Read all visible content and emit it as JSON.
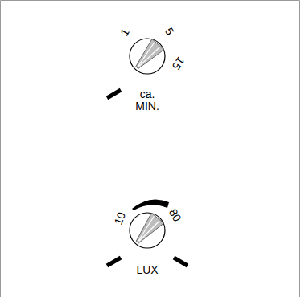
{
  "diagram": {
    "labels": [
      "1",
      "5",
      "15",
      "ca.",
      "MIN.",
      "10",
      "80",
      "LUX"
    ]
  }
}
